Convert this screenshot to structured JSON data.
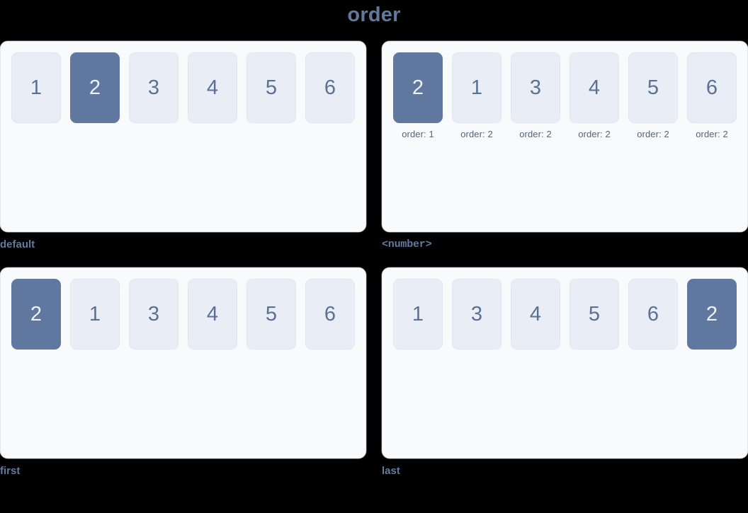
{
  "title": "order",
  "colors": {
    "page_background": "#000000",
    "panel_background": "#f9fafc",
    "panel_border": "#e5eaf2",
    "box_background": "#e9edf5",
    "box_text": "#5a7194",
    "box_active_background": "#60789f",
    "box_active_text": "#eef2f8",
    "label_text": "#64799d",
    "note_text": "#536280"
  },
  "demos": [
    {
      "label": "default",
      "label_mono": false,
      "items": [
        {
          "value": "1",
          "active": false,
          "note": ""
        },
        {
          "value": "2",
          "active": true,
          "note": ""
        },
        {
          "value": "3",
          "active": false,
          "note": ""
        },
        {
          "value": "4",
          "active": false,
          "note": ""
        },
        {
          "value": "5",
          "active": false,
          "note": ""
        },
        {
          "value": "6",
          "active": false,
          "note": ""
        }
      ]
    },
    {
      "label": "<number>",
      "label_mono": true,
      "items": [
        {
          "value": "2",
          "active": true,
          "note": "order: 1"
        },
        {
          "value": "1",
          "active": false,
          "note": "order: 2"
        },
        {
          "value": "3",
          "active": false,
          "note": "order: 2"
        },
        {
          "value": "4",
          "active": false,
          "note": "order: 2"
        },
        {
          "value": "5",
          "active": false,
          "note": "order: 2"
        },
        {
          "value": "6",
          "active": false,
          "note": "order: 2"
        }
      ]
    },
    {
      "label": "first",
      "label_mono": false,
      "items": [
        {
          "value": "2",
          "active": true,
          "note": ""
        },
        {
          "value": "1",
          "active": false,
          "note": ""
        },
        {
          "value": "3",
          "active": false,
          "note": ""
        },
        {
          "value": "4",
          "active": false,
          "note": ""
        },
        {
          "value": "5",
          "active": false,
          "note": ""
        },
        {
          "value": "6",
          "active": false,
          "note": ""
        }
      ]
    },
    {
      "label": "last",
      "label_mono": false,
      "items": [
        {
          "value": "1",
          "active": false,
          "note": ""
        },
        {
          "value": "3",
          "active": false,
          "note": ""
        },
        {
          "value": "4",
          "active": false,
          "note": ""
        },
        {
          "value": "5",
          "active": false,
          "note": ""
        },
        {
          "value": "6",
          "active": false,
          "note": ""
        },
        {
          "value": "2",
          "active": true,
          "note": ""
        }
      ]
    }
  ]
}
